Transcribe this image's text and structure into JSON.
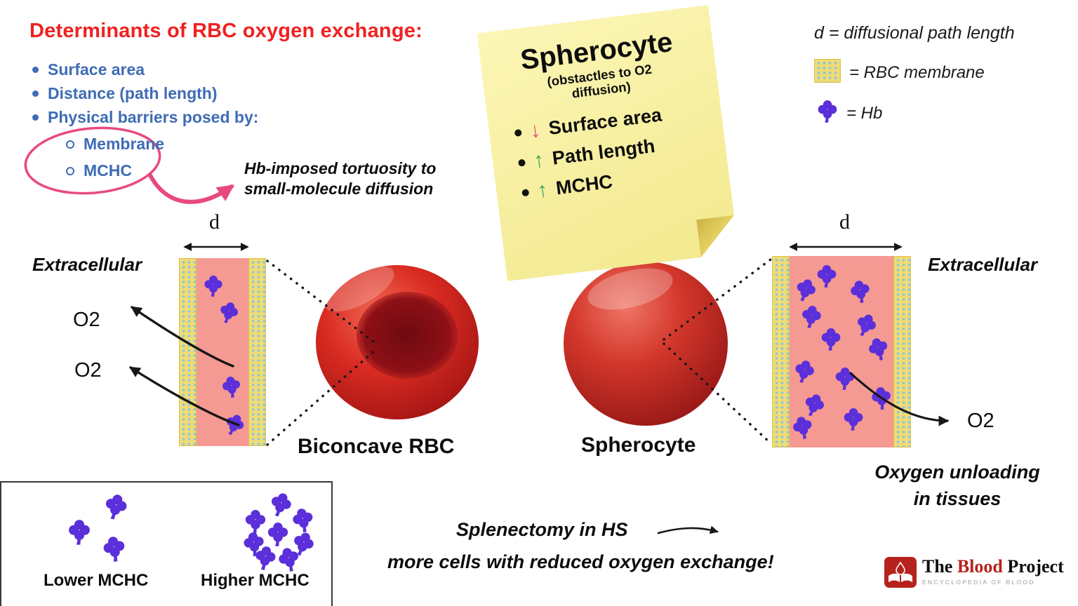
{
  "header": {
    "title": "Determinants of RBC oxygen exchange:"
  },
  "determinants": {
    "items": [
      "Surface area",
      "Distance (path length)",
      "Physical barriers posed by:"
    ],
    "sub_items": [
      "Membrane",
      "MCHC"
    ]
  },
  "tortuosity": {
    "line1": "Hb-imposed tortuosity to",
    "line2": "small-molecule diffusion"
  },
  "sticky_note": {
    "title": "Spherocyte",
    "subtitle": "(obstactles to O2 diffusion)",
    "items": [
      {
        "glyph": "↓",
        "trend": "down",
        "label": "Surface area"
      },
      {
        "glyph": "↑",
        "trend": "up",
        "label": "Path length"
      },
      {
        "glyph": "↑",
        "trend": "up",
        "label": "MCHC"
      }
    ]
  },
  "legend": {
    "d_definition": "d = diffusional path length",
    "membrane": "= RBC membrane",
    "hb": "= Hb"
  },
  "left_diagram": {
    "d": "d",
    "extracellular": "Extracellular",
    "o2_top": "O2",
    "o2_bottom": "O2",
    "cell_label": "Biconcave RBC"
  },
  "right_diagram": {
    "d": "d",
    "extracellular": "Extracellular",
    "o2": "O2",
    "cell_label": "Spherocyte",
    "note_line1": "Oxygen unloading",
    "note_line2": "in tissues"
  },
  "mchc_box": {
    "lower": "Lower MCHC",
    "higher": "Higher MCHC"
  },
  "splenectomy": {
    "line1": "Splenectomy in HS",
    "line2": "more cells with reduced oxygen exchange!"
  },
  "logo": {
    "word1": "The",
    "word2": "Blood",
    "word3": "Project",
    "tagline": "ENCYCLOPEDIA OF BLOOD"
  },
  "colors": {
    "heading_red": "#ee2120",
    "bullet_blue": "#3e6cb5",
    "annotation_pink": "#e84a7f",
    "hb_purple": "#5b2fd9",
    "trend_green": "#3aa45b",
    "note_yellow": "#f8f1a0",
    "cytoplasm_pink": "#f59a93",
    "membrane_yellow": "#f0db74",
    "rbc_red": "#c81a1a"
  }
}
